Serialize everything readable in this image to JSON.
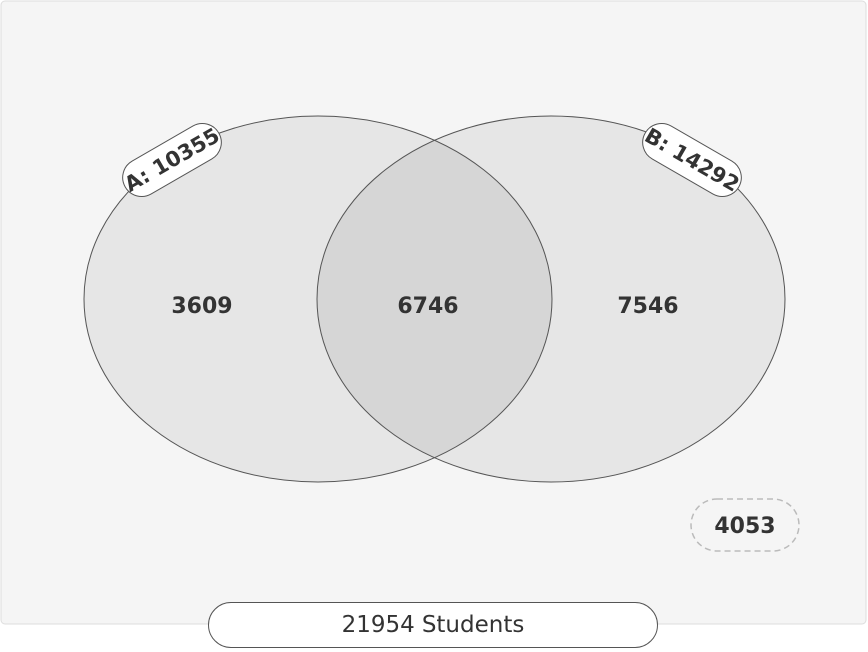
{
  "colors": {
    "background": "#f5f5f5",
    "circle_fill": "#e6e6e6",
    "intersection_fill": "#d6d6d6",
    "stroke": "#555555",
    "text": "#333333"
  },
  "venn": {
    "set_a": {
      "label": "A: 10355",
      "only_count": "3609"
    },
    "set_b": {
      "label": "B: 14292",
      "only_count": "7546"
    },
    "intersection_count": "6746",
    "outside_count": "4053"
  },
  "total": {
    "value": "21954",
    "unit": "Students"
  }
}
